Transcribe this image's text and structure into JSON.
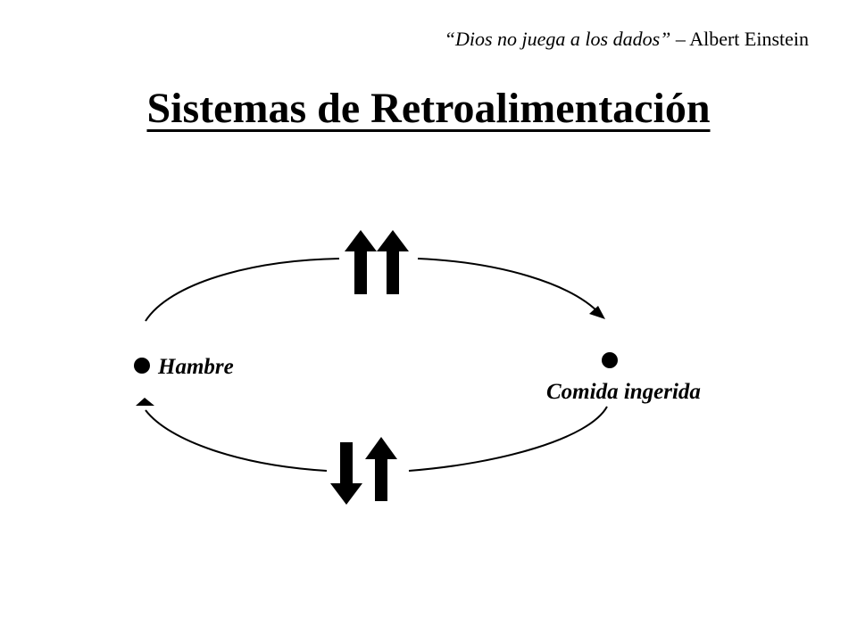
{
  "quote": {
    "text": "“Dios no juega a los dados”",
    "author": " – Albert Einstein"
  },
  "title": "Sistemas de Retroalimentación",
  "diagram": {
    "nodes": [
      {
        "id": "hambre",
        "label": "Hambre"
      },
      {
        "id": "comida",
        "label": "Comida ingerida"
      }
    ],
    "links": [
      {
        "from": "hambre",
        "to": "comida",
        "indicator": "up-up"
      },
      {
        "from": "comida",
        "to": "hambre",
        "indicator": "down-up"
      }
    ]
  }
}
